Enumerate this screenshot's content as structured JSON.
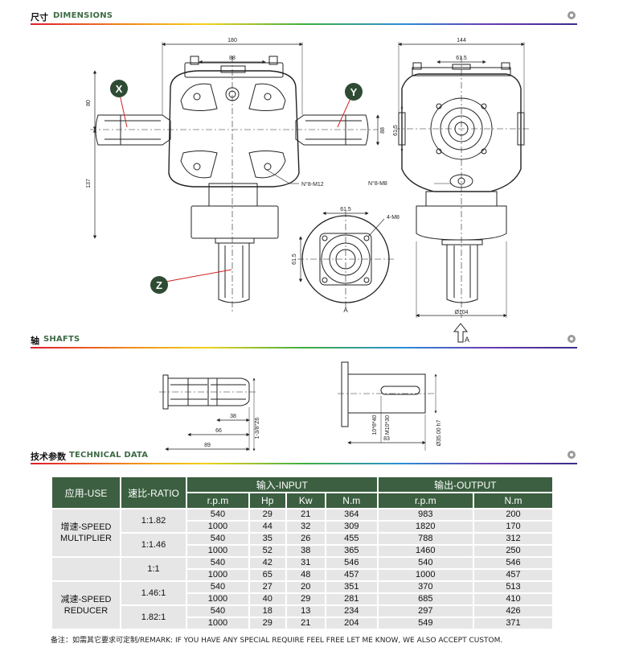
{
  "sections": {
    "dimensions": {
      "zh": "尺寸",
      "en": "DIMENSIONS"
    },
    "shafts": {
      "zh": "轴",
      "en": "SHAFTS"
    },
    "technical": {
      "zh": "技术参数",
      "en": "TECHNICAL DATA"
    }
  },
  "drawing": {
    "front": {
      "w180": "180",
      "w88": "88",
      "h80": "80",
      "h137": "137",
      "h88": "88",
      "label_x": "X",
      "label_y": "Y",
      "label_z": "Z",
      "note": "N°8-M12"
    },
    "side": {
      "w144": "144",
      "w615": "61.5",
      "h615": "61.5",
      "note": "N°8-M8",
      "dia": "Ø104",
      "arrow_label": "A"
    },
    "flange": {
      "w615": "61.5",
      "h615": "61.5",
      "note": "4-M8",
      "label": "A"
    }
  },
  "shafts": {
    "left": {
      "d38": "38",
      "d66": "66",
      "d89": "89",
      "spline": "1-3/8\"Z6"
    },
    "right": {
      "key": "10*8*40",
      "thread": "M10*30",
      "d83": "83",
      "dia": "Ø35.00 h7"
    }
  },
  "table": {
    "headers": {
      "use": "应用-USE",
      "ratio": "速比-RATIO",
      "input": "输入-INPUT",
      "output": "输出-OUTPUT"
    },
    "subheaders": [
      "r.p.m",
      "Hp",
      "Kw",
      "N.m",
      "r.p.m",
      "N.m"
    ],
    "groups": [
      {
        "use_zh": "增速-SPEED",
        "use_en": "MULTIPLIER",
        "ratios": [
          {
            "ratio": "1:1.82",
            "rows": [
              [
                "540",
                "29",
                "21",
                "364",
                "983",
                "200"
              ],
              [
                "1000",
                "44",
                "32",
                "309",
                "1820",
                "170"
              ]
            ]
          },
          {
            "ratio": "1:1.46",
            "rows": [
              [
                "540",
                "35",
                "26",
                "455",
                "788",
                "312"
              ],
              [
                "1000",
                "52",
                "38",
                "365",
                "1460",
                "250"
              ]
            ]
          }
        ]
      },
      {
        "use_zh": "",
        "use_en": "",
        "ratios": [
          {
            "ratio": "1:1",
            "rows": [
              [
                "540",
                "42",
                "31",
                "546",
                "540",
                "546"
              ],
              [
                "1000",
                "65",
                "48",
                "457",
                "1000",
                "457"
              ]
            ]
          }
        ]
      },
      {
        "use_zh": "减速-SPEED",
        "use_en": "REDUCER",
        "ratios": [
          {
            "ratio": "1.46:1",
            "rows": [
              [
                "540",
                "27",
                "20",
                "351",
                "370",
                "513"
              ],
              [
                "1000",
                "40",
                "29",
                "281",
                "685",
                "410"
              ]
            ]
          },
          {
            "ratio": "1.82:1",
            "rows": [
              [
                "540",
                "18",
                "13",
                "234",
                "297",
                "426"
              ],
              [
                "1000",
                "29",
                "21",
                "204",
                "549",
                "371"
              ]
            ]
          }
        ]
      }
    ],
    "remark": "备注：如需其它要求可定制/REMARK: IF YOU HAVE ANY SPECIAL REQUIRE FEEL FREE LET ME KNOW, WE ALSO ACCEPT CUSTOM."
  }
}
